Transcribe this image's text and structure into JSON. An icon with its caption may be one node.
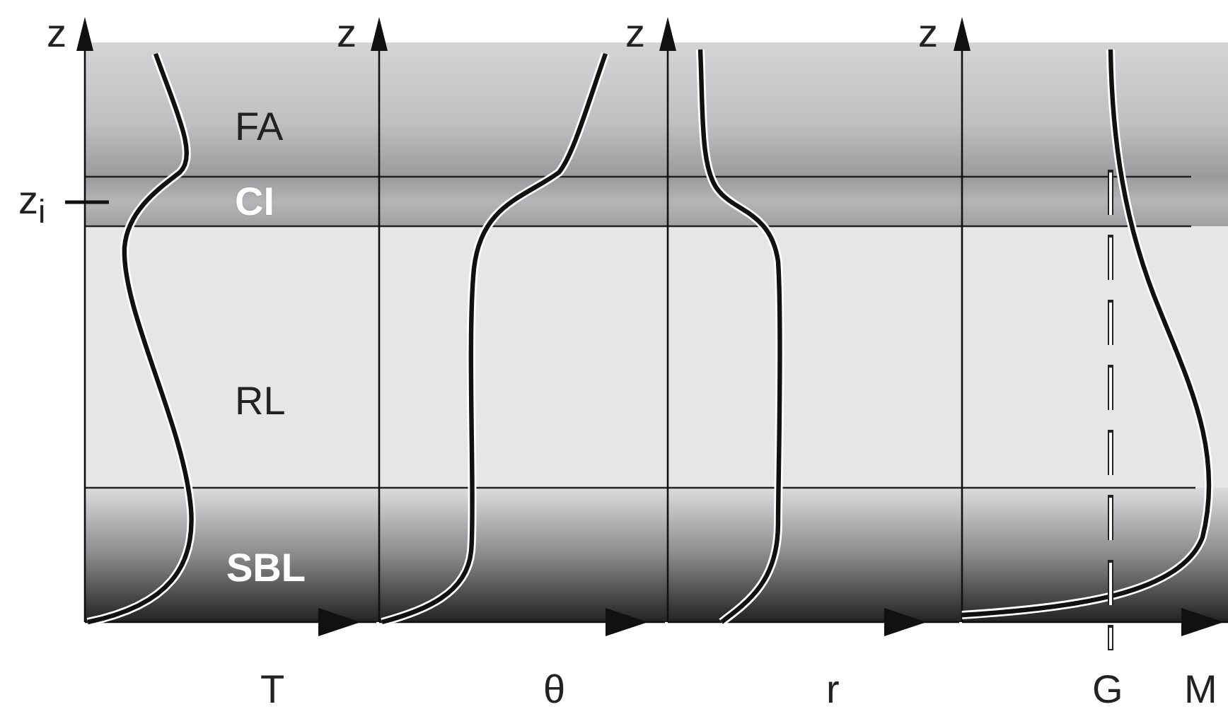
{
  "diagram": {
    "labels": [
      "z",
      "z",
      "z",
      "z",
      "FA",
      "z$_{i}$",
      "CI",
      "RL",
      "SBL",
      "T",
      "θ",
      "r",
      "G",
      "M"
    ]
  }
}
